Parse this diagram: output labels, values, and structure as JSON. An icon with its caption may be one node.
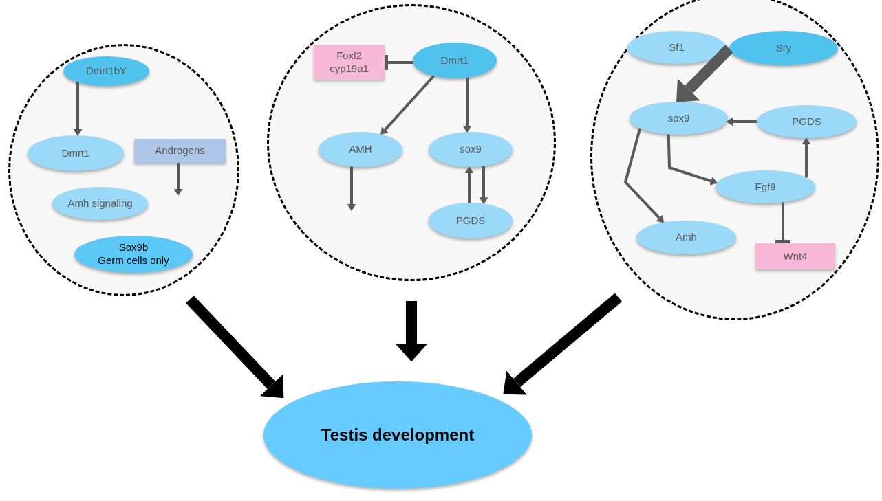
{
  "diagram": {
    "nodes": [
      {
        "text": [],
        "shape": "circle"
      },
      {
        "text": [],
        "shape": "circle"
      },
      {
        "text": [],
        "shape": "circle"
      },
      {
        "text": [
          "Dmrt1bY"
        ],
        "in": 0
      },
      {
        "text": [
          "Dmrt1"
        ],
        "in": 0
      },
      {
        "text": [
          "Androgens"
        ],
        "in": 0
      },
      {
        "text": [
          "Amh signaling"
        ],
        "in": 0
      },
      {
        "text": [
          "Sox9b",
          "Germ cells only"
        ],
        "in": 0
      },
      {
        "text": [
          "Foxl2",
          "cyp19a1"
        ],
        "in": 1
      },
      {
        "text": [
          "Dmrt1"
        ],
        "in": 1
      },
      {
        "text": [
          "AMH"
        ],
        "in": 1
      },
      {
        "text": [
          "sox9"
        ],
        "in": 1
      },
      {
        "text": [
          "PGDS"
        ],
        "in": 1
      },
      {
        "text": [
          "Sf1"
        ],
        "in": 2
      },
      {
        "text": [
          "Sry"
        ],
        "in": 2
      },
      {
        "text": [
          "sox9"
        ],
        "in": 2
      },
      {
        "text": [
          "PGDS"
        ],
        "in": 2
      },
      {
        "text": [
          "Fgf9"
        ],
        "in": 2
      },
      {
        "text": [
          "Amh"
        ],
        "in": 2
      },
      {
        "text": [
          "Wnt4"
        ],
        "in": 2
      },
      {
        "text": [
          "Testis development"
        ]
      }
    ],
    "edges": [
      {
        "from": 3,
        "to": 4,
        "arrow": "to"
      },
      {
        "from": 5,
        "to": null,
        "arrow": "to"
      },
      {
        "from": 9,
        "to": 8,
        "arrow": "other"
      },
      {
        "from": 9,
        "to": 10,
        "arrow": "to"
      },
      {
        "from": 9,
        "to": 11,
        "arrow": "to"
      },
      {
        "from": 10,
        "to": null,
        "arrow": "to"
      },
      {
        "from": 12,
        "to": 11,
        "arrow": "to"
      },
      {
        "from": 11,
        "to": 12,
        "arrow": "to"
      },
      {
        "from": 13,
        "to": 15,
        "arrow": "to",
        "style": "thick"
      },
      {
        "from": 14,
        "to": 15,
        "arrow": "to",
        "style": "thick"
      },
      {
        "from": 16,
        "to": 15,
        "arrow": "to"
      },
      {
        "from": 15,
        "to": 17,
        "arrow": "to"
      },
      {
        "from": 15,
        "to": 18,
        "arrow": "to"
      },
      {
        "from": 17,
        "to": 16,
        "arrow": "to"
      },
      {
        "from": 17,
        "to": 19,
        "arrow": "other"
      },
      {
        "from": 0,
        "to": 20,
        "arrow": "to",
        "style": "thick",
        "color": "#000000"
      },
      {
        "from": 1,
        "to": 20,
        "arrow": "to",
        "style": "thick",
        "color": "#000000"
      },
      {
        "from": 2,
        "to": 20,
        "arrow": "to",
        "style": "thick",
        "color": "#000000"
      }
    ]
  }
}
